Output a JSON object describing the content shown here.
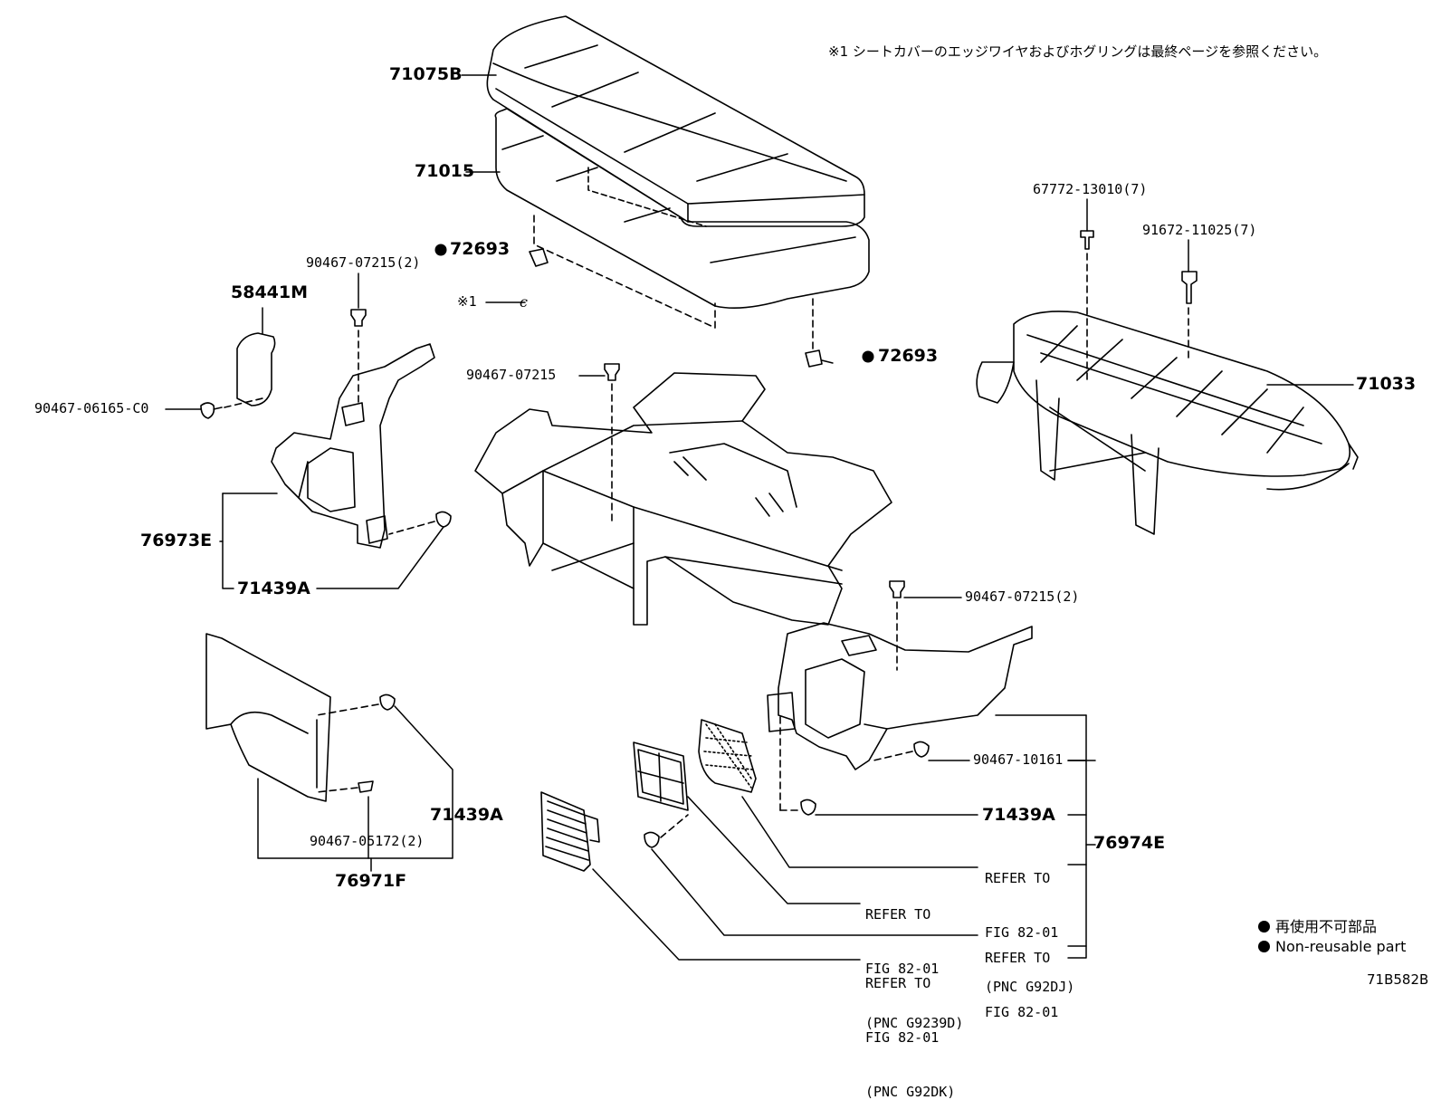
{
  "note": "※1 シートカバーのエッジワイヤおよびホグリングは最終ページを参照ください。",
  "labels": {
    "p71075B": "71075B",
    "p71015": "71015",
    "p72693a": "72693",
    "p72693b": "72693",
    "p90467_07215_2a": "90467-07215(2)",
    "ref1": "※1",
    "p58441M": "58441M",
    "p90467_06165": "90467-06165-C0",
    "p76973E": "76973E",
    "p71439A_a": "71439A",
    "p90467_07215": "90467-07215",
    "p67772": "67772-13010(7)",
    "p91672": "91672-11025(7)",
    "p71033": "71033",
    "p90467_07215_2b": "90467-07215(2)",
    "p90467_10161": "90467-10161",
    "p71439A_b": "71439A",
    "p71439A_c": "71439A",
    "p76974E": "76974E",
    "p90467_05172": "90467-05172(2)",
    "p76971F": "76971F"
  },
  "refers": {
    "r_g92dj": [
      "REFER TO",
      "FIG 82-01",
      "(PNC G92DJ)"
    ],
    "r_g9239d": [
      "REFER TO",
      "FIG 82-01",
      "(PNC G9239D)"
    ],
    "r_plain": [
      "REFER TO",
      "FIG 82-01"
    ],
    "r_g92dk": [
      "REFER TO",
      "FIG 82-01",
      "(PNC G92DK)"
    ]
  },
  "legend": {
    "jp": "再使用不可部品",
    "en": "Non-reusable part"
  },
  "figure_id": "71B582B"
}
